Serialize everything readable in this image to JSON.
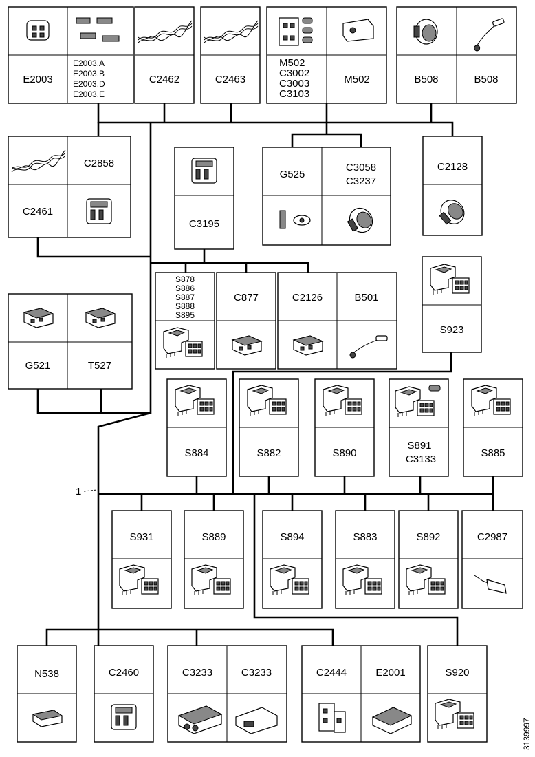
{
  "figure_id": "3139997",
  "callout": "1",
  "components": {
    "e2003": "E2003",
    "e2003_variants": [
      "E2003.A",
      "E2003.B",
      "E2003.D",
      "E2003.E"
    ],
    "c2462": "C2462",
    "c2463": "C2463",
    "m502_group": [
      "M502",
      "C3002",
      "C3003",
      "C3103"
    ],
    "m502": "M502",
    "b508_a": "B508",
    "b508_b": "B508",
    "c2461": "C2461",
    "c2858": "C2858",
    "c3195": "C3195",
    "g525": "G525",
    "c3058_group": [
      "C3058",
      "C3237"
    ],
    "c2128": "C2128",
    "s878_group": [
      "S878",
      "S886",
      "S887",
      "S888",
      "S895"
    ],
    "c877": "C877",
    "c2126": "C2126",
    "b501": "B501",
    "s923": "S923",
    "g521": "G521",
    "t527": "T527",
    "s884": "S884",
    "s882": "S882",
    "s890": "S890",
    "s891_group": [
      "S891",
      "C3133"
    ],
    "s885": "S885",
    "s931": "S931",
    "s889": "S889",
    "s894": "S894",
    "s883": "S883",
    "s892": "S892",
    "c2987": "C2987",
    "n538": "N538",
    "c2460": "C2460",
    "c3233_a": "C3233",
    "c3233_b": "C3233",
    "c2444": "C2444",
    "e2001": "E2001",
    "s920": "S920"
  }
}
